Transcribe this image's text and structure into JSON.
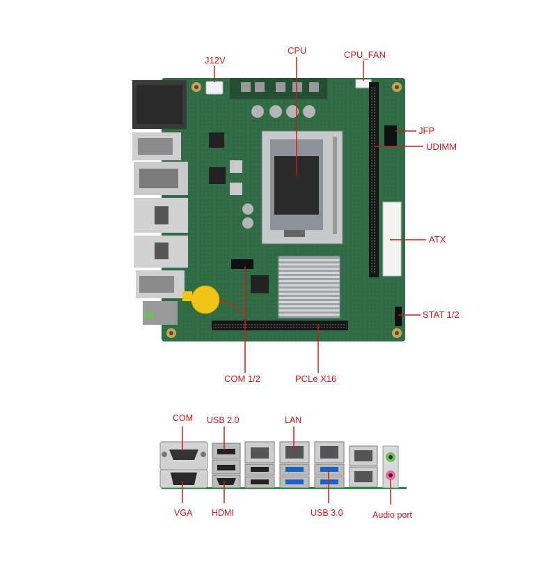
{
  "board_labels": {
    "j12v": "J12V",
    "cpu": "CPU",
    "cpu_fan": "CPU_FAN",
    "jfp": "JFP",
    "udimm": "UDIMM",
    "atx": "ATX",
    "stat": "STAT 1/2",
    "com12": "COM 1/2",
    "pcie": "PCLe X16"
  },
  "io_labels": {
    "com": "COM",
    "usb20": "USB 2.0",
    "lan": "LAN",
    "vga": "VGA",
    "hdmi": "HDMI",
    "usb30": "USB 3.0",
    "audio": "Audio port"
  },
  "colors": {
    "pcb": "#2f6b45",
    "label_red": "#d01a1a",
    "usb3_blue": "#1e5fc4",
    "heatsink": "#b8bcc0",
    "io_baseline": "#2e8b3c",
    "audio_green": "#6fbf5a",
    "audio_pink": "#e06ea0"
  }
}
